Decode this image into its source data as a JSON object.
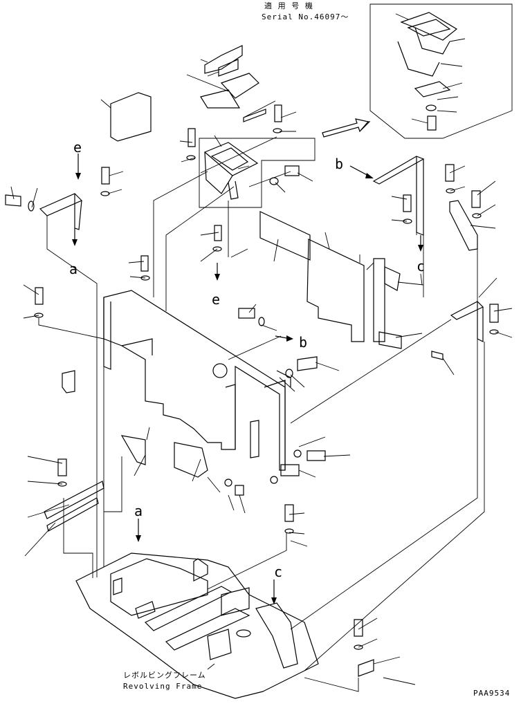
{
  "serial_note": {
    "line1": "適 用 号 機",
    "line2": "Serial No.46097～"
  },
  "callouts": {
    "a_top": "a",
    "a_bottom": "a",
    "b_top": "b",
    "b_mid": "b",
    "c_top": "c",
    "c_bottom": "c",
    "e_top": "e",
    "e_mid": "e"
  },
  "frame_label": {
    "jp": "レボルビングフレーム",
    "en": "Revolving Frame"
  },
  "drawing_code": "PAA9534"
}
